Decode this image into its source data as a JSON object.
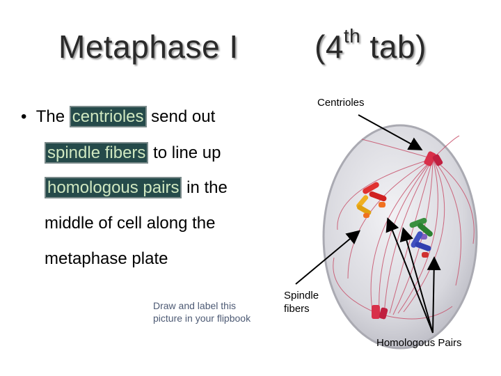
{
  "title": {
    "left": "Metaphase I",
    "right_prefix": "(4",
    "right_sup": "th",
    "right_suffix": " tab)"
  },
  "body": {
    "bullet": "•",
    "line1_a": "The ",
    "line1_hl": "centrioles",
    "line1_b": " send out",
    "line2_hl": "spindle fibers",
    "line2_b": " to line up",
    "line3_hl": "homologous pairs",
    "line3_b": " in the",
    "line4": "middle of cell along the",
    "line5": "metaphase plate"
  },
  "note": "Draw and label this picture in your flipbook",
  "labels": {
    "centrioles": "Centrioles",
    "spindle": "Spindle fibers",
    "homologous": "Homologous Pairs"
  }
}
